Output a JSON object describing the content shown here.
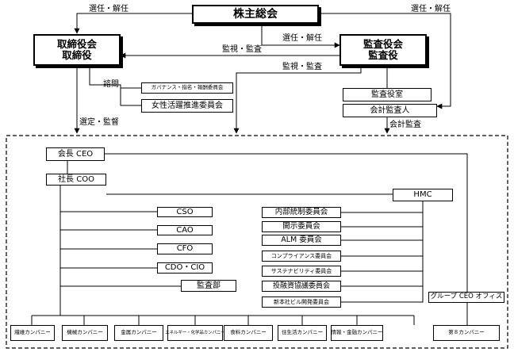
{
  "governance": {
    "shareholders": "株主総会",
    "board_line1": "取締役会",
    "board_line2": "取締役",
    "audit_line1": "監査役会",
    "audit_line2": "監査役",
    "audit_office": "監査役室",
    "accounting_auditor": "会計監査人",
    "gov_committee": "ガバナンス・指名・報酬委員会",
    "women_committee": "女性活躍推進委員会"
  },
  "labels": {
    "elect_left": "選任・解任",
    "elect_right": "選任・解任",
    "elect_mid": "選任・解任",
    "monitor_board": "監視・監査",
    "monitor_lower": "監視・監査",
    "consult": "諮問",
    "select_supervise": "選定・監督",
    "accounting_audit": "会計監査"
  },
  "executives": {
    "chairman": "会長 CEO",
    "president": "社長 COO",
    "cso": "CSO",
    "cao": "CAO",
    "cfo": "CFO",
    "cdo": "CDO・CIO",
    "audit_dept": "監査部",
    "hmc": "HMC",
    "group_ceo_office": "グループ CEO オフィス"
  },
  "committees": [
    "内部統制委員会",
    "開示委員会",
    "ALM 委員会",
    "コンプライアンス委員会",
    "サステナビリティ委員会",
    "投融資協議委員会",
    "新本社ビル開発委員会"
  ],
  "companies": [
    "繊維カンパニー",
    "機械カンパニー",
    "金属カンパニー",
    "エネルギー・化学品カンパニー",
    "食料カンパニー",
    "住生活カンパニー",
    "情報・金融カンパニー",
    "第８カンパニー"
  ]
}
